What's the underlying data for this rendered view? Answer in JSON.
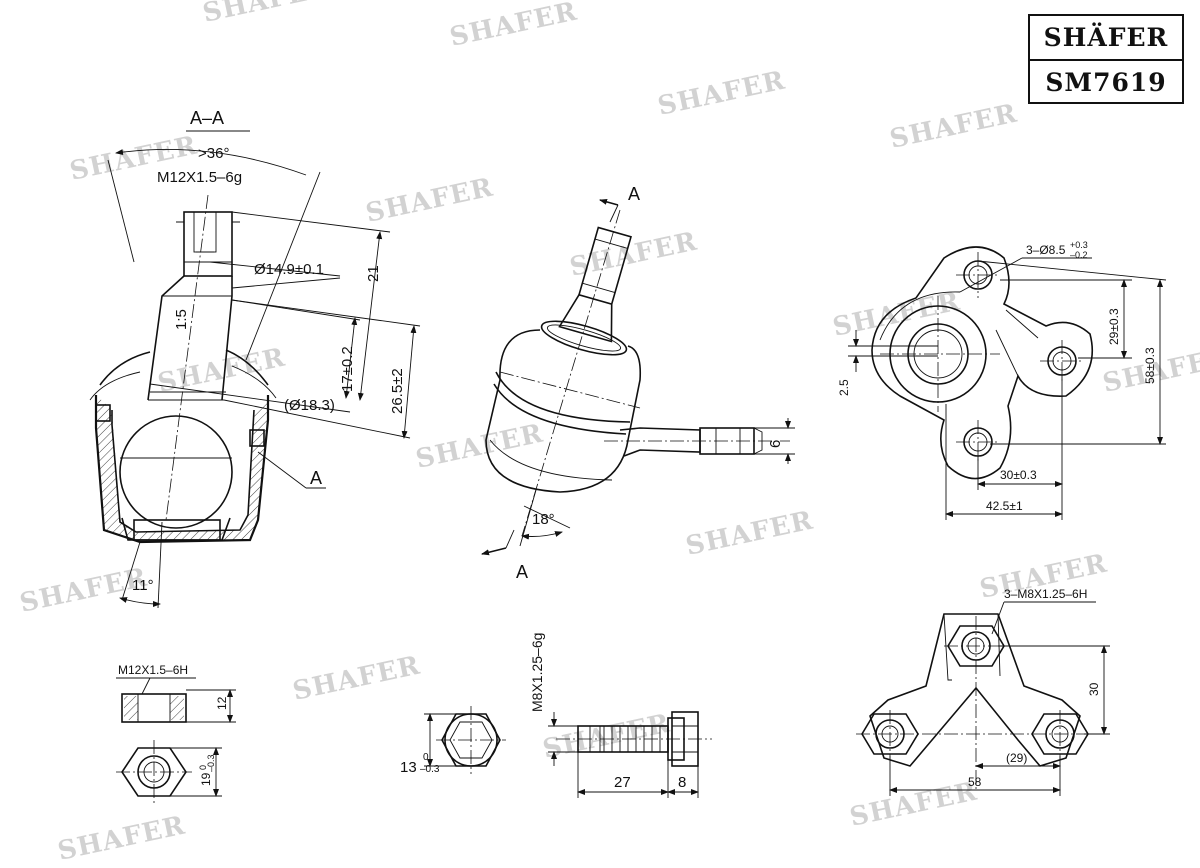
{
  "brand": {
    "name": "SHÄFER",
    "part_number": "SM7619"
  },
  "watermark": "SHAFER",
  "section_label": "A–A",
  "views": {
    "section": {
      "angle_max": ">36°",
      "thread": "M12X1.5–6g",
      "taper": "1:5",
      "dia_pin": "Ø14.9±0.1",
      "dia_18": "(Ø18.3)",
      "len_21": "21",
      "len_17": "17±0.2",
      "len_26": "26.5±2",
      "section_mark": "A",
      "angle_11": "11°"
    },
    "side": {
      "section_mark_top": "A",
      "section_mark_bottom": "A",
      "angle_18": "18°",
      "arm_thickness": "6"
    },
    "plan": {
      "holes_label": "3–Ø8.5",
      "holes_tol_upper": "+0.3",
      "holes_tol_lower": "–0.2",
      "offset": "2.5",
      "height_29": "29±0.3",
      "height_58": "58±0.3",
      "width_30": "30±0.3",
      "width_42": "42.5±1"
    },
    "nut": {
      "thread": "M12X1.5–6H",
      "height": "12",
      "across_flats": "19",
      "af_tol_upper": "0",
      "af_tol_lower": "–0.3"
    },
    "bolt": {
      "thread": "M8X1.25–6g",
      "head_size": "13",
      "head_tol_upper": "0",
      "head_tol_lower": "–0.3",
      "shank_length": "27",
      "head_length": "8"
    },
    "flange": {
      "nuts_label": "3–M8X1.25–6H",
      "height": "30",
      "span_29": "(29)",
      "span_58": "58"
    }
  }
}
